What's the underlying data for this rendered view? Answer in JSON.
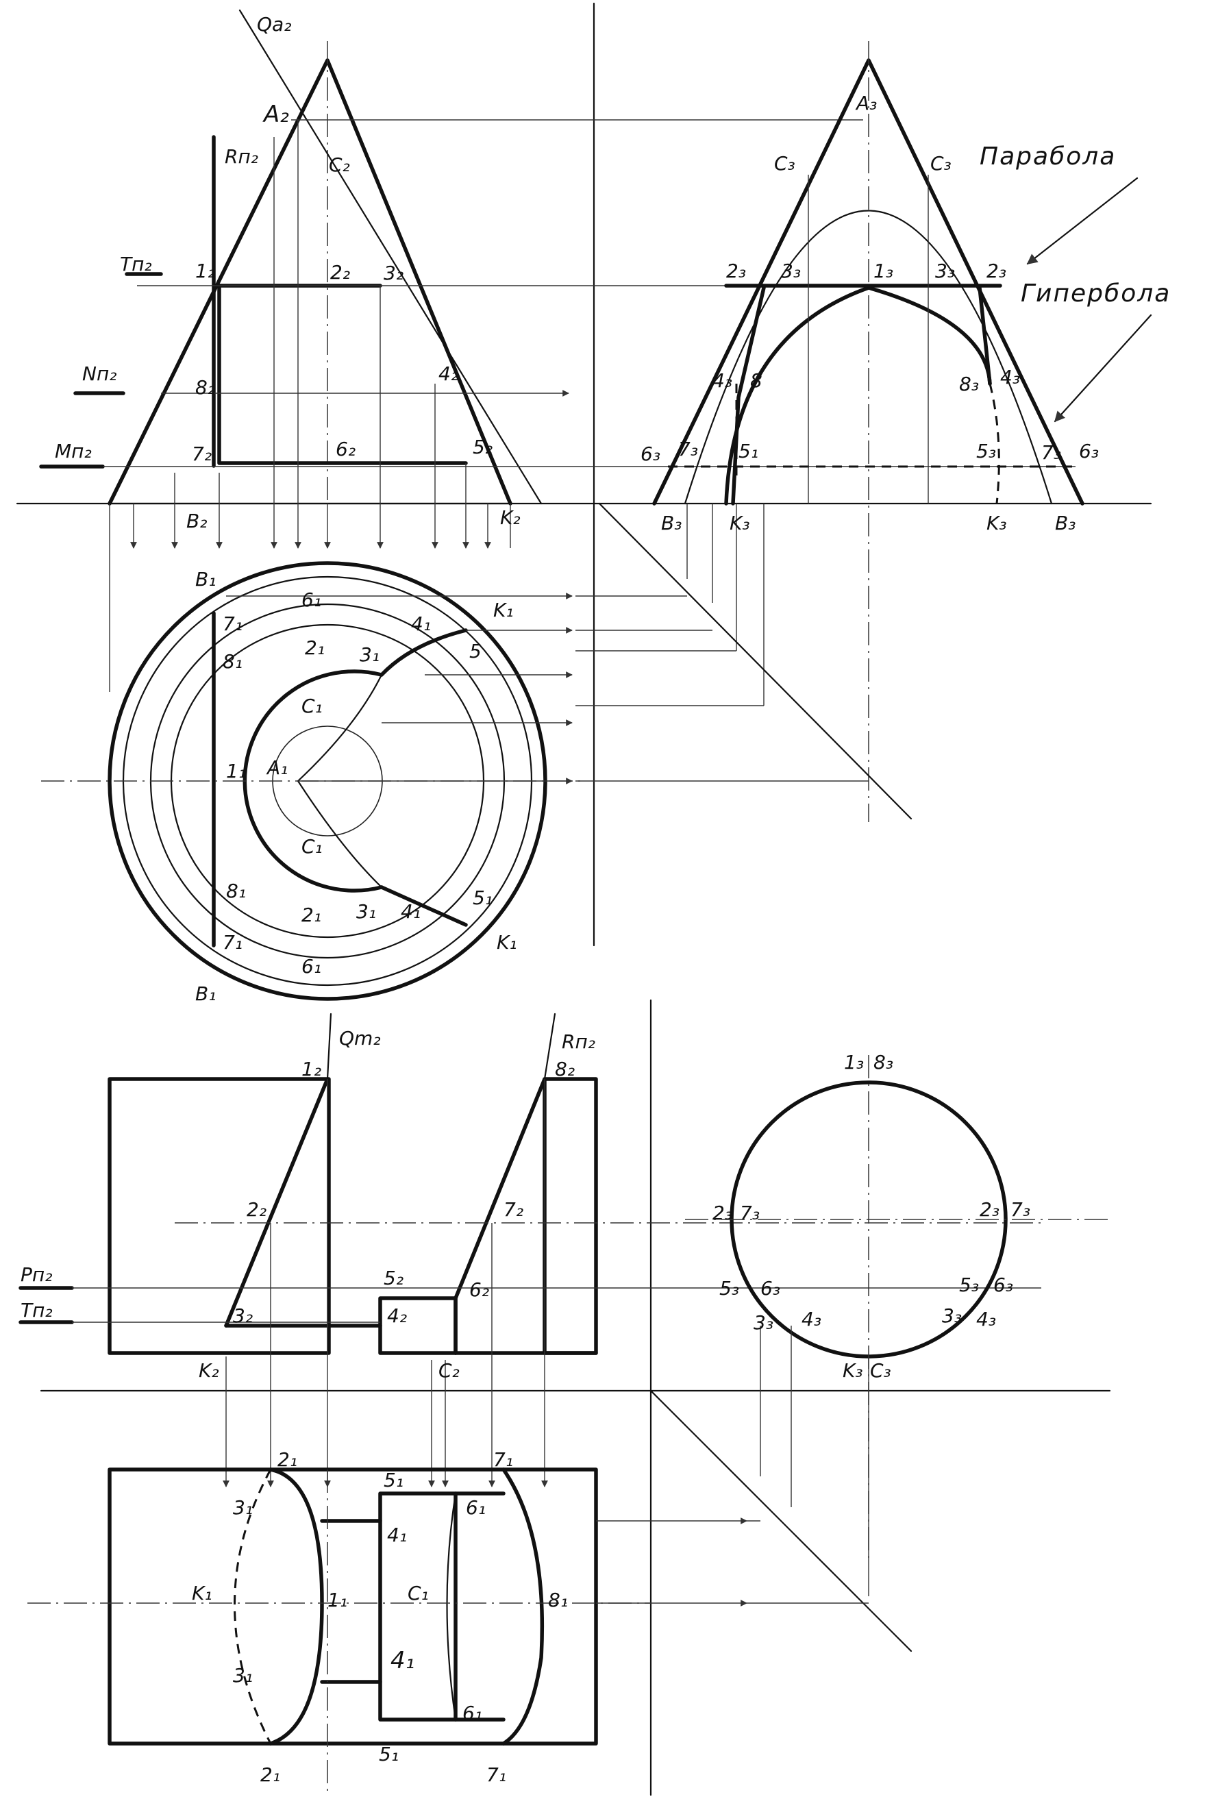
{
  "labels": {
    "qa2": "Qa₂",
    "a2": "A₂",
    "rn2_top": "Rп₂",
    "c2": "C₂",
    "tn2_top": "Tп₂",
    "p1_2": "1₂",
    "p2_2": "2₂",
    "p3_2": "3₂",
    "nn2": "Nп₂",
    "p8_2": "8₂",
    "p4_2": "4₂",
    "mn2": "Mп₂",
    "p7_2": "7₂",
    "p6_2": "6₂",
    "p5_2": "5₂",
    "b2": "B₂",
    "k2": "K₂",
    "a3": "A₃",
    "c3_l": "C₃",
    "c3_r": "C₃",
    "parabola": "Парабола",
    "hyperbola": "Гипербола",
    "p2_3l": "2₃",
    "p3_3l": "3₃",
    "p1_3": "1₃",
    "p3_3r": "3₃",
    "p2_3r": "2₃",
    "p4_3l": "4₃",
    "p8_3l": "8",
    "p8_3r": "8₃",
    "p4_3r": "4₃",
    "p6_3l": "6₃",
    "p7_3l": "7₃",
    "p5_3l": "5₁",
    "p5_3r": "5₃",
    "p7_3r": "7₃",
    "p6_3r": "6₃",
    "b3_l": "B₃",
    "k3_l": "K₃",
    "k3_r": "K₃",
    "b3_r": "B₃",
    "b1_top": "B₁",
    "p6_1t": "6₁",
    "k1_top": "K₁",
    "p7_1t": "7₁",
    "p4_1t": "4₁",
    "p8_1t": "8₁",
    "p2_1t": "2₁",
    "p3_1t": "3₁",
    "p5_1t": "5",
    "c1_t": "C₁",
    "p1_1": "1₁",
    "a1": "A₁",
    "c1_b": "C₁",
    "p8_1b": "8₁",
    "p2_1b": "2₁",
    "p3_1b": "3₁",
    "p4_1b": "4₁",
    "p5_1b": "5₁",
    "p7_1b": "7₁",
    "p6_1b": "6₁",
    "k1_b": "K₁",
    "b1_b": "B₁",
    "qm2": "Qm₂",
    "rn2_bot": "Rп₂",
    "q1_2": "1₂",
    "q8_2": "8₂",
    "q2_2": "2₂",
    "q7_2": "7₂",
    "pn2": "Pп₂",
    "q5_2": "5₂",
    "q6_2": "6₂",
    "tn2_bot": "Tп₂",
    "q3_2": "3₂",
    "q4_2": "4₂",
    "qk2": "K₂",
    "qc2": "C₂",
    "r1_3": "1₃",
    "r8_3": "8₃",
    "r2_3l": "2₃",
    "r7_3l": "7₃",
    "r2_3r": "2₃",
    "r7_3r": "7₃",
    "r5_3l": "5₃",
    "r6_3l": "6₃",
    "r5_3r": "5₃",
    "r6_3r": "6₃",
    "r3_3l": "3₃",
    "r4_3l": "4₃",
    "r3_3r": "3₃",
    "r4_3r": "4₃",
    "rk3": "K₃",
    "rc3": "C₃",
    "s2_1": "2₁",
    "s7_1": "7₁",
    "s5_1t": "5₁",
    "s3_1t": "3₁",
    "s6_1t": "6₁",
    "s4_1t": "4₁",
    "sk1": "K₁",
    "s1_1": "1₁",
    "sc1": "C₁",
    "s8_1": "8₁",
    "s4_1b": "4₁",
    "s3_1b": "3₁",
    "s6_1b": "6₁",
    "s5_1b": "5₁",
    "s2_1b": "2₁",
    "s7_1b": "7₁"
  }
}
